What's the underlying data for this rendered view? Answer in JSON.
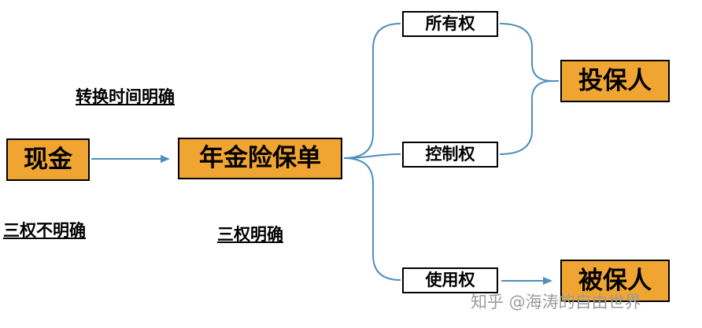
{
  "diagram": {
    "nodes": {
      "cash": {
        "label": "现金"
      },
      "policy": {
        "label": "年金险保单"
      },
      "ownership": {
        "label": "所有权"
      },
      "control": {
        "label": "控制权"
      },
      "usage": {
        "label": "使用权"
      },
      "policyholder": {
        "label": "投保人"
      },
      "insured": {
        "label": "被保人"
      }
    },
    "annotations": {
      "conversion_time": "转换时间明确",
      "three_rights_unclear": "三权不明确",
      "three_rights_clear": "三权明确"
    },
    "colors": {
      "node_fill": "#F0A532",
      "node_border": "#000000",
      "connector": "#4E8FBE",
      "watermark": "#9b9b9b"
    }
  },
  "watermark": {
    "text": "知乎 @海涛的自由世界"
  }
}
